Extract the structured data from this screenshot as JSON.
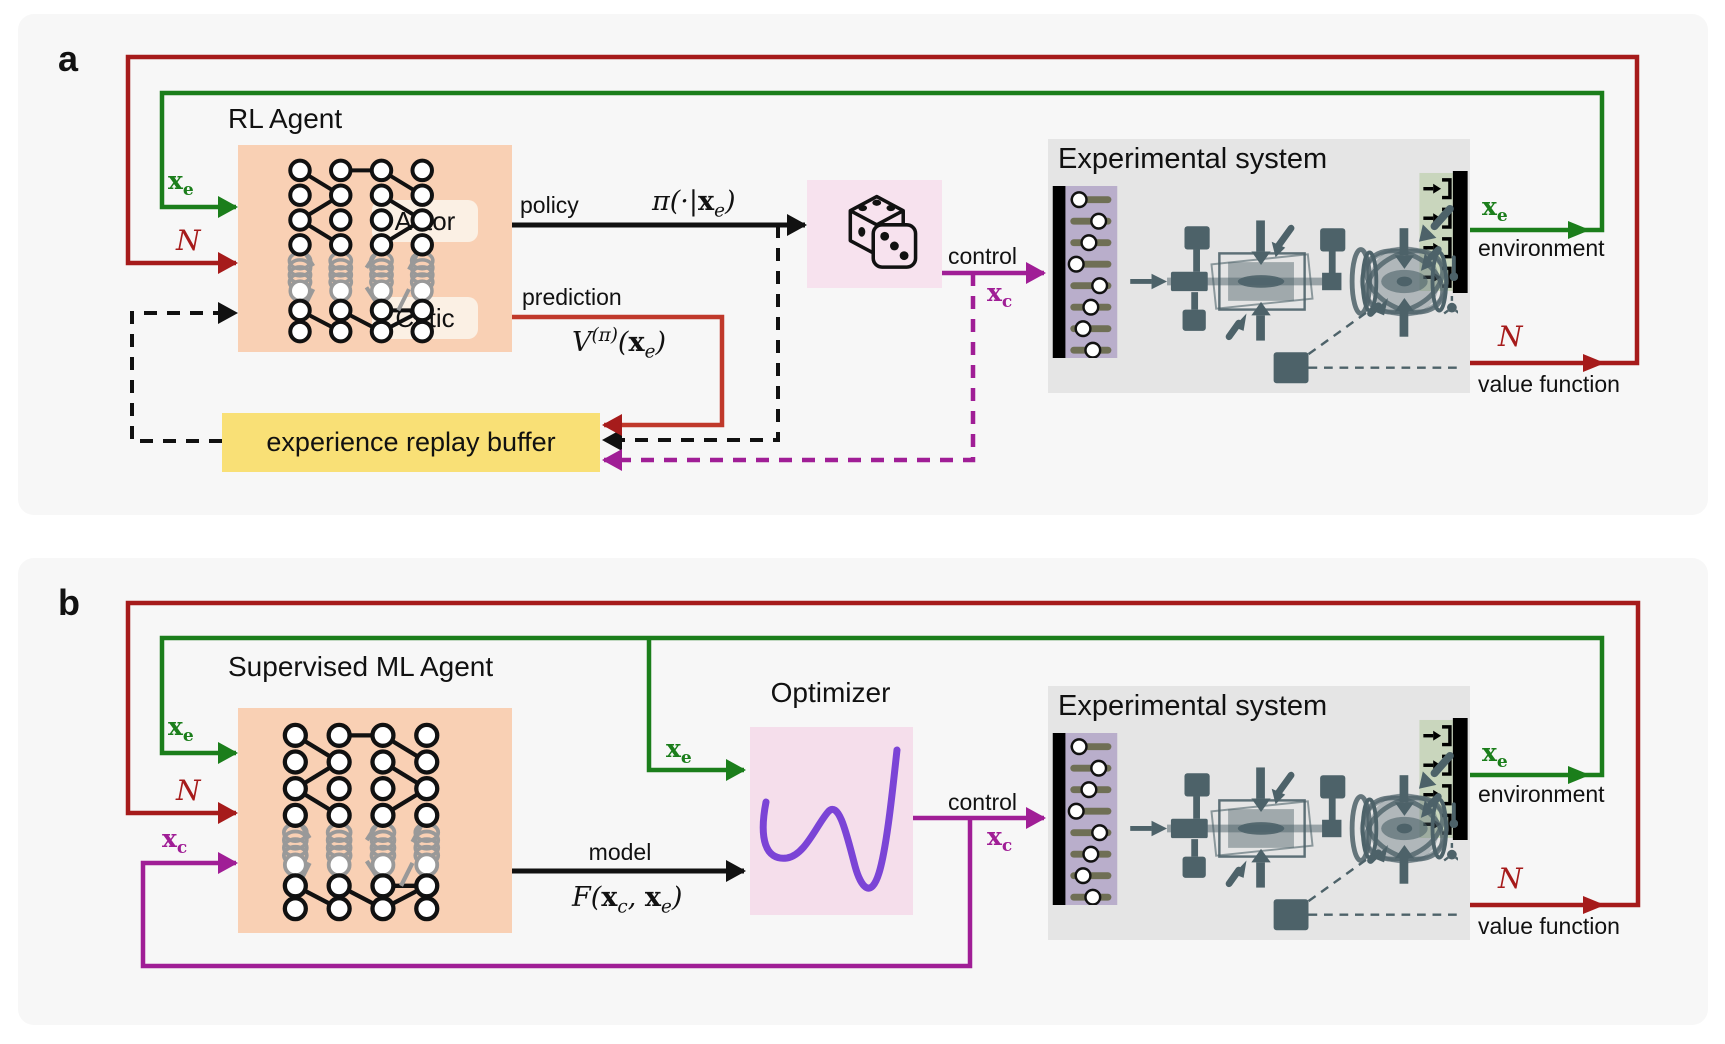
{
  "panel_a": {
    "label": "a",
    "agent_title": "RL Agent",
    "actor_label": "Actor",
    "critic_label": "Critic",
    "policy_label": "policy",
    "prediction_label": "prediction",
    "buffer_label": "experience replay buffer",
    "control_label": "control",
    "system_title": "Experimental system",
    "environment_label": "environment",
    "value_function_label": "value function"
  },
  "panel_b": {
    "label": "b",
    "agent_title": "Supervised ML Agent",
    "optimizer_title": "Optimizer",
    "model_label": "model",
    "control_label": "control",
    "system_title": "Experimental system",
    "environment_label": "environment",
    "value_function_label": "value function"
  },
  "math": {
    "xe_base": "x",
    "xe_sub": "e",
    "xc_base": "x",
    "xc_sub": "c",
    "noise": "N",
    "pi_pre": "π(·|",
    "pi_post": ")",
    "v_base": "V",
    "v_sup": "(π)",
    "v_open": "(",
    "v_close": ")",
    "f_base": "F",
    "f_open": "(",
    "f_comma": ", ",
    "f_close": ")"
  },
  "icons": {
    "neural_network": "nn-icon",
    "dice": "dice-icon",
    "sliders": "slider-panel-icon",
    "detectors": "detector-panel-icon",
    "optics": "optics-diagram-icon",
    "optimizer_curve": "loss-curve-icon"
  },
  "colors": {
    "red": "#a61b1b",
    "green": "#1b7e1b",
    "magenta": "#a01e96",
    "violet": "#7b44d6",
    "agent_box": "#f9d0b4",
    "actor_critic_box": "#fbf0e4",
    "buffer_box": "#f9e076",
    "dice_box": "#f7e2ee",
    "optimizer_box": "#f5deeb",
    "system_box": "#e5e5e5",
    "panel_bg": "#f7f7f7"
  }
}
